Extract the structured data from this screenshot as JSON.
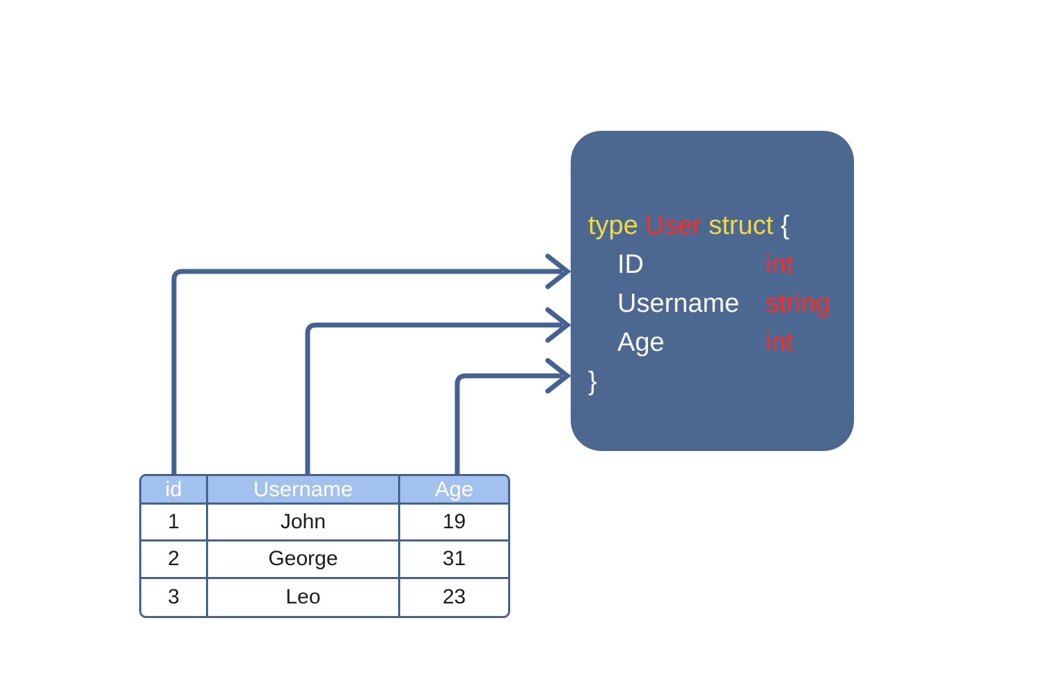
{
  "theme": {
    "background": "#ffffff",
    "line_color": "#44618f",
    "box_fill": "#4d6890",
    "table_header_fill": "#a2c1ef",
    "keyword_color": "#f2d948",
    "type_color": "#fb2b25",
    "code_text_color": "#f8f9fb",
    "cell_text_color": "#1c1c1c",
    "header_text_color": "#ffffff"
  },
  "struct_box": {
    "keyword_type": "type",
    "struct_name": "User",
    "keyword_struct": "struct",
    "open_brace": "{",
    "close_brace": "}",
    "fields": [
      {
        "name": "ID",
        "type": "int"
      },
      {
        "name": "Username",
        "type": "string"
      },
      {
        "name": "Age",
        "type": "int"
      }
    ]
  },
  "table": {
    "columns": [
      "id",
      "Username",
      "Age"
    ],
    "rows": [
      [
        "1",
        "John",
        "19"
      ],
      [
        "2",
        "George",
        "31"
      ],
      [
        "3",
        "Leo",
        "23"
      ]
    ]
  },
  "arrows": [
    {
      "from": "id-column",
      "to": "ID-field"
    },
    {
      "from": "username-column",
      "to": "Username-field"
    },
    {
      "from": "age-column",
      "to": "Age-field"
    }
  ]
}
